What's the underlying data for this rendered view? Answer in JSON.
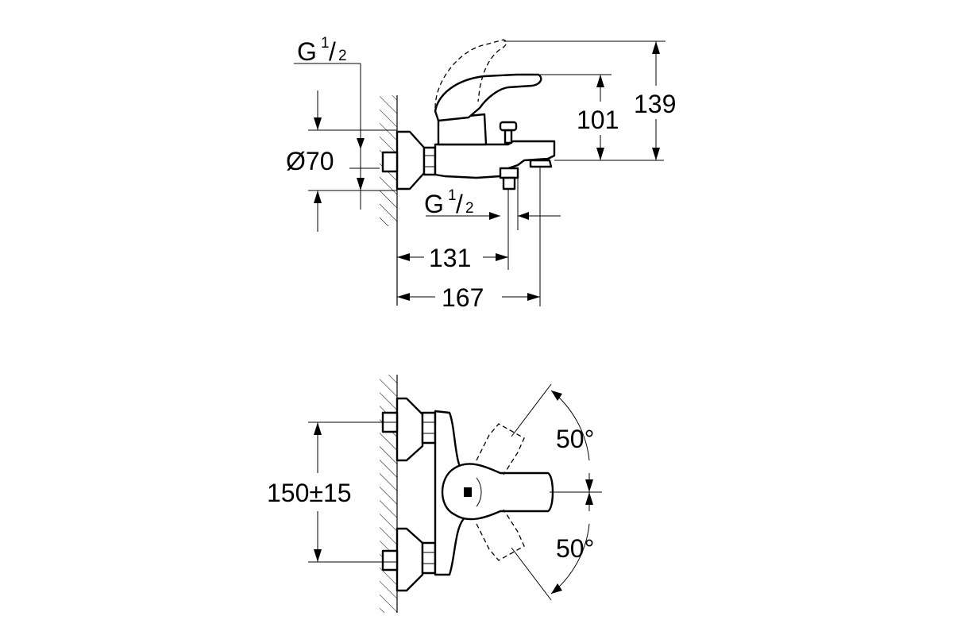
{
  "side_view": {
    "thread_top": {
      "prefix": "G",
      "num": "1",
      "den": "2"
    },
    "thread_bottom": {
      "prefix": "G",
      "num": "1",
      "den": "2"
    },
    "diameter": "Ø70",
    "height_spout": "101",
    "height_total": "139",
    "depth_outlet": "131",
    "depth_total": "167"
  },
  "top_view": {
    "center_distance": "150±15",
    "angle_upper": "50°",
    "angle_lower": "50°"
  }
}
